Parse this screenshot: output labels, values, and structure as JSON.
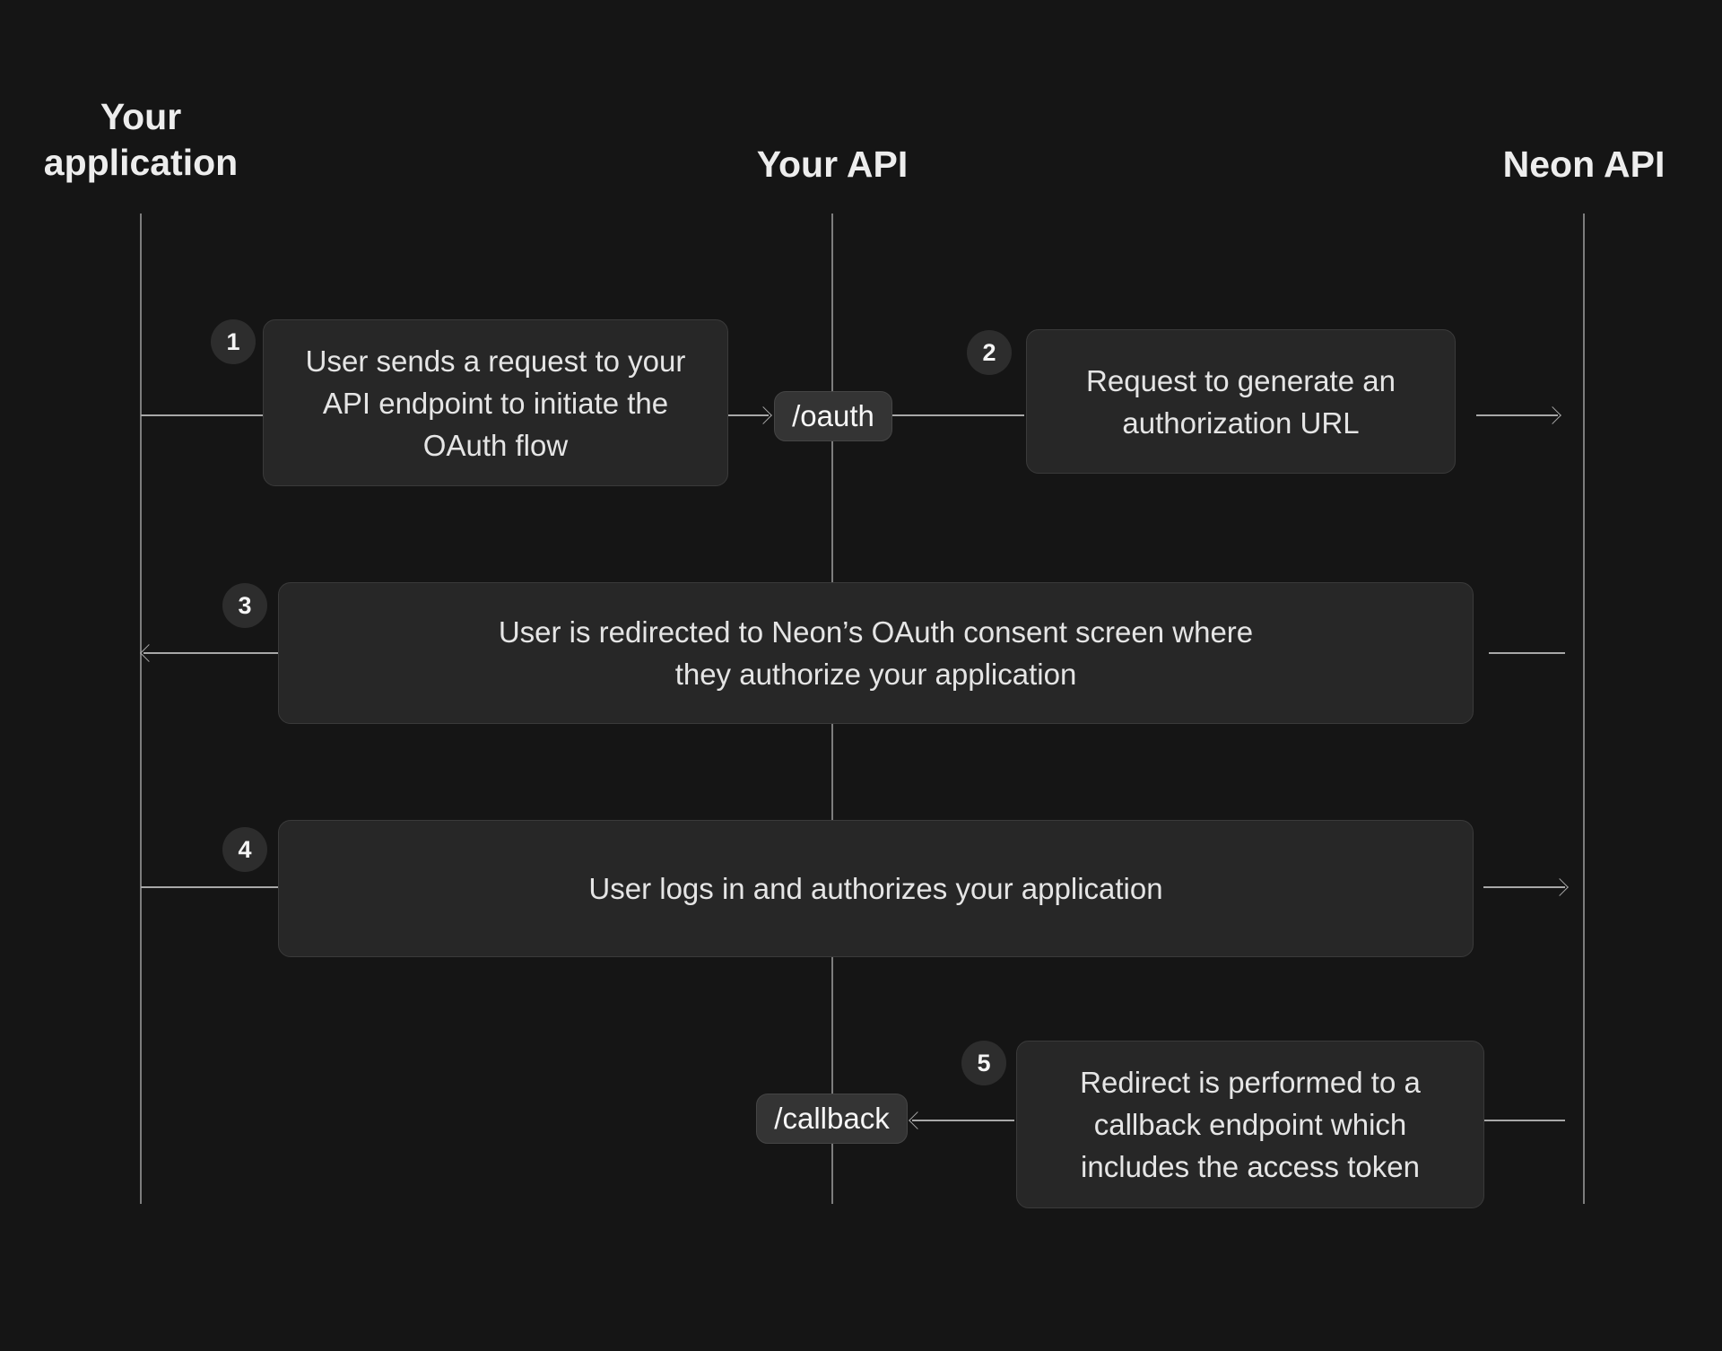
{
  "diagram": {
    "name": "Neon OAuth flow sequence diagram",
    "type": "sequence-diagram"
  },
  "lanes": [
    {
      "id": "your-application",
      "label": "Your\napplication"
    },
    {
      "id": "your-api",
      "label": "Your API"
    },
    {
      "id": "neon-api",
      "label": "Neon API"
    }
  ],
  "steps": [
    {
      "number": "1",
      "text": "User sends a request to your\nAPI endpoint to initiate the\nOAuth flow"
    },
    {
      "number": "2",
      "text": "Request to generate an\nauthorization URL"
    },
    {
      "number": "3",
      "text": "User is redirected to Neon’s OAuth consent screen where\nthey authorize your application"
    },
    {
      "number": "4",
      "text": "User logs in and authorizes your application"
    },
    {
      "number": "5",
      "text": "Redirect is performed to a\ncallback endpoint which\nincludes the access token"
    }
  ],
  "endpoints": [
    {
      "id": "oauth",
      "label": "/oauth"
    },
    {
      "id": "callback",
      "label": "/callback"
    }
  ],
  "colors": {
    "background": "#151515",
    "box_fill": "#272727",
    "badge_fill": "#343434",
    "circle_fill": "#2d2d2d",
    "text": "#e5e5e5",
    "heading": "#ededed",
    "lifeline": "#7d7d7d",
    "arrow": "#a8a8a8"
  }
}
